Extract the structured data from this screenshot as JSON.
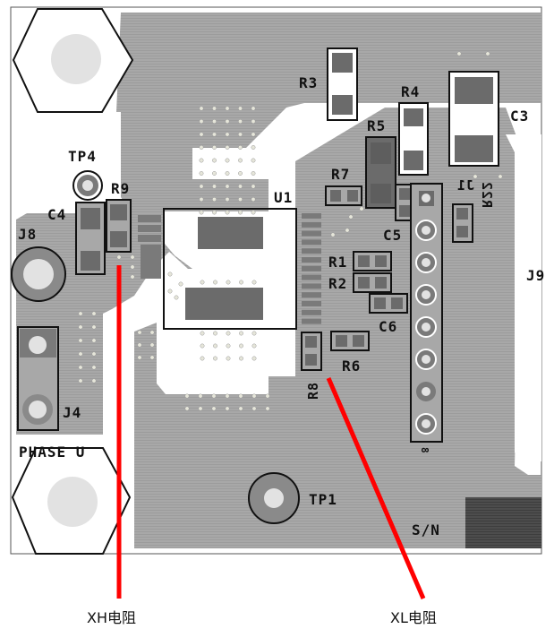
{
  "board": {
    "colors": {
      "copper": "#a6a6a6",
      "pad": "#6e6e6e",
      "silkscreen": "#111111",
      "hole": "#e2e2e2",
      "annotation": "#ff0000",
      "sn_block": "#4a4a4a"
    },
    "silkscreen_labels": {
      "r3": "R3",
      "r4": "R4",
      "r5": "R5",
      "r7": "R7",
      "c3": "C3",
      "u1": "U1",
      "tp4": "TP4",
      "r9": "R9",
      "c4": "C4",
      "j8": "J8",
      "j4": "J4",
      "phase": "PHASE U",
      "c5": "C5",
      "r1": "R1",
      "r2": "R2",
      "c6": "C6",
      "r6": "R6",
      "r8": "R8",
      "j1": "J1",
      "r22": "R22",
      "j9": "J9",
      "tp1": "TP1",
      "sn": "S/N",
      "pin8": "8"
    }
  },
  "annotations": [
    {
      "id": "xh",
      "label": "XH电阻",
      "target": "R9"
    },
    {
      "id": "xl",
      "label": "XL电阻",
      "target": "R8"
    }
  ]
}
